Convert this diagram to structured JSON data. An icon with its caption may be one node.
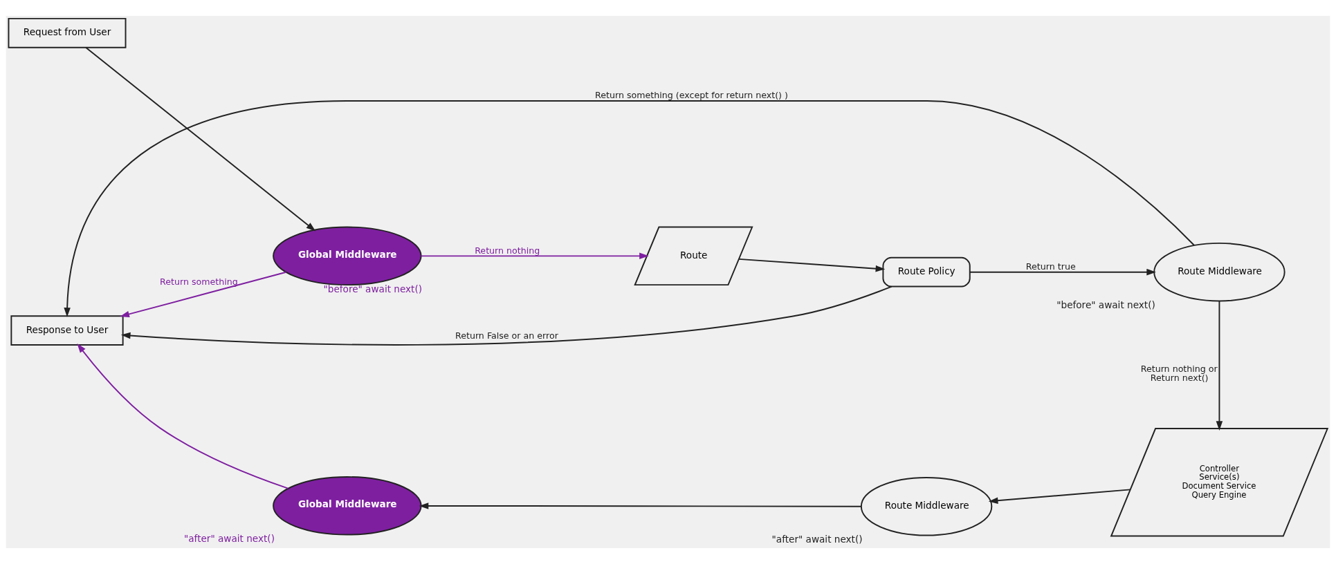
{
  "diagram": {
    "nodes": [
      {
        "text": [
          "Request from User"
        ]
      },
      {
        "text": [
          "Global Middleware"
        ],
        "beside": [
          "\"before\" await next()"
        ]
      },
      {
        "text": [
          "Route"
        ]
      },
      {
        "text": [
          "Route Policy"
        ]
      },
      {
        "text": [
          "Route Middleware"
        ],
        "beside": [
          "\"before\" await next()"
        ]
      },
      {
        "text": [
          "Response to User"
        ]
      },
      {
        "text": [
          "Global Middleware"
        ],
        "beside": [
          "\"after\" await next()"
        ]
      },
      {
        "text": [
          "Route Middleware"
        ],
        "beside": [
          "\"after\" await next()"
        ]
      },
      {
        "text": [
          "Controller",
          "Service(s)",
          "Document Service",
          "Query Engine"
        ]
      }
    ],
    "edges": [
      {
        "from": 0,
        "to": 1,
        "arrow": "to"
      },
      {
        "from": 1,
        "to": 2,
        "arrow": "to",
        "label": "Return nothing",
        "color": "#7e1fa0"
      },
      {
        "from": 2,
        "to": 3,
        "arrow": "to"
      },
      {
        "from": 3,
        "to": 4,
        "arrow": "to",
        "label": "Return true"
      },
      {
        "from": 1,
        "to": 5,
        "arrow": "to",
        "label": "Return something",
        "color": "#7e1fa0"
      },
      {
        "from": 3,
        "to": 5,
        "arrow": "to",
        "label": "Return False or an error"
      },
      {
        "from": 4,
        "to": 5,
        "arrow": "to",
        "label": "Return something (except for return next() )"
      },
      {
        "from": 4,
        "to": 8,
        "arrow": "to",
        "label": "Return nothing or Return next()"
      },
      {
        "from": 8,
        "to": 7,
        "arrow": "to"
      },
      {
        "from": 7,
        "to": 6,
        "arrow": "to"
      },
      {
        "from": 6,
        "to": 5,
        "arrow": "to",
        "color": "#7e1fa0"
      }
    ]
  }
}
